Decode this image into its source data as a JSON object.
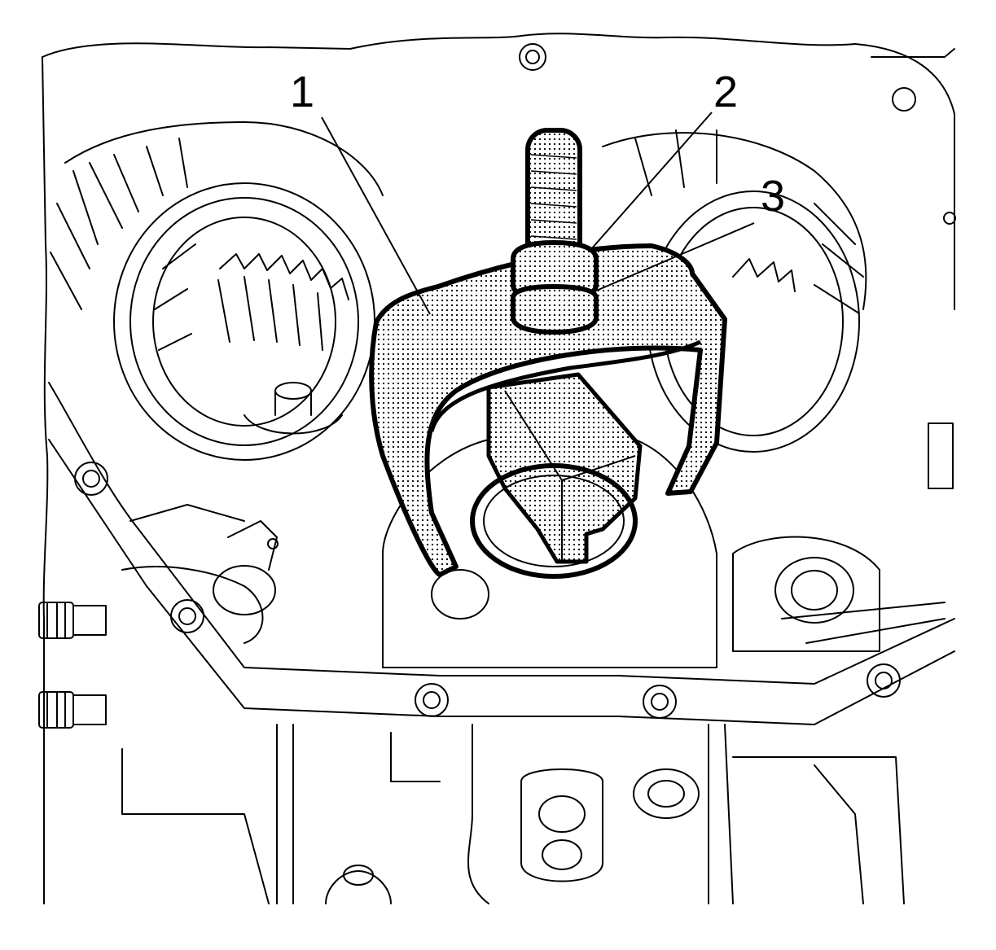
{
  "callouts": [
    {
      "id": 1,
      "label": "1"
    },
    {
      "id": 2,
      "label": "2"
    },
    {
      "id": 3,
      "label": "3"
    }
  ],
  "colors": {
    "ink": "#000000",
    "background": "#ffffff",
    "tool_dots": "#000000"
  }
}
